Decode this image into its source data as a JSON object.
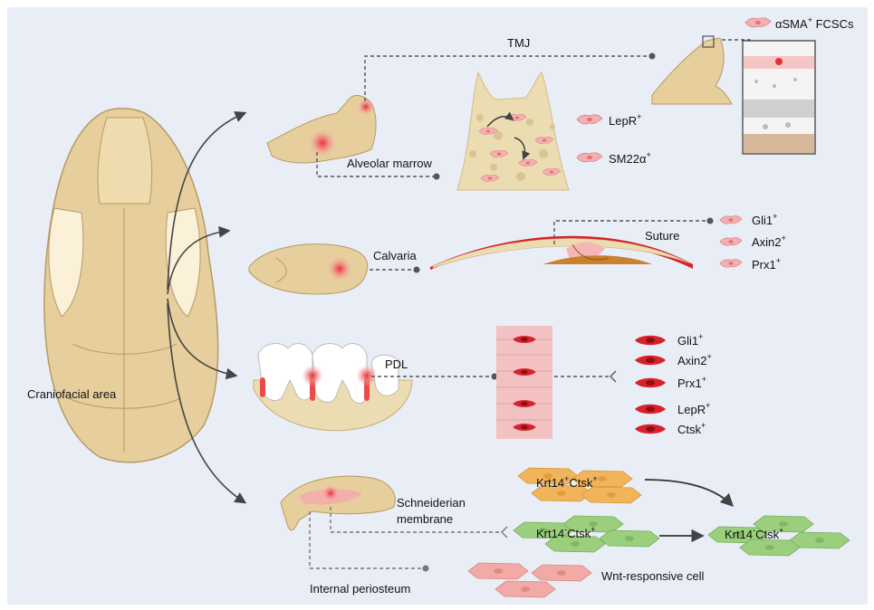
{
  "colors": {
    "background": "#e9eef6",
    "bone": "#e6cf9c",
    "bone_outline": "#b49a66",
    "highlight": "#e8303a",
    "cell_light_red": "#f3b0b0",
    "cell_red": "#d9202b",
    "cell_orange": "#f2b45a",
    "cell_green": "#9bcf7e"
  },
  "icons": [
    "skull-illustration",
    "mandible-illustration",
    "calvaria-illustration",
    "tooth-illustration",
    "snout-illustration",
    "cell-icon"
  ],
  "labels": {
    "craniofacial": "Craniofacial area",
    "tmj": "TMJ",
    "alveolar_marrow": "Alveolar marrow",
    "calvaria": "Calvaria",
    "suture": "Suture",
    "pdl": "PDL",
    "schneiderian_1": "Schneiderian",
    "schneiderian_2": "membrane",
    "internal_periosteum": "Internal periosteum"
  },
  "markers": {
    "tmj": [
      {
        "name": "αSMA",
        "sup": "+",
        "suffix": " FCSCs"
      }
    ],
    "alveolar": [
      {
        "name": "LepR",
        "sup": "+"
      },
      {
        "name": "SM22α",
        "sup": "+"
      }
    ],
    "suture": [
      {
        "name": "Gli1",
        "sup": "+"
      },
      {
        "name": "Axin2",
        "sup": "+"
      },
      {
        "name": "Prx1",
        "sup": "+"
      }
    ],
    "pdl": [
      {
        "name": "Gli1",
        "sup": "+"
      },
      {
        "name": "Axin2",
        "sup": "+"
      },
      {
        "name": "Prx1",
        "sup": "+"
      },
      {
        "name": "LepR",
        "sup": "+"
      },
      {
        "name": "Ctsk",
        "sup": "+"
      }
    ],
    "schneiderian": {
      "orange": {
        "a": "Krt14",
        "a_sup": "+",
        "b": "Ctsk",
        "b_sup": "+"
      },
      "green_left": {
        "a": "Krt14",
        "a_sup": "-",
        "b": "Ctsk",
        "b_sup": "+"
      },
      "green_right": {
        "a": "Krt14",
        "a_sup": "-",
        "b": "Ctsk",
        "b_sup": "+"
      }
    },
    "periosteum": "Wnt-responsive cell"
  }
}
